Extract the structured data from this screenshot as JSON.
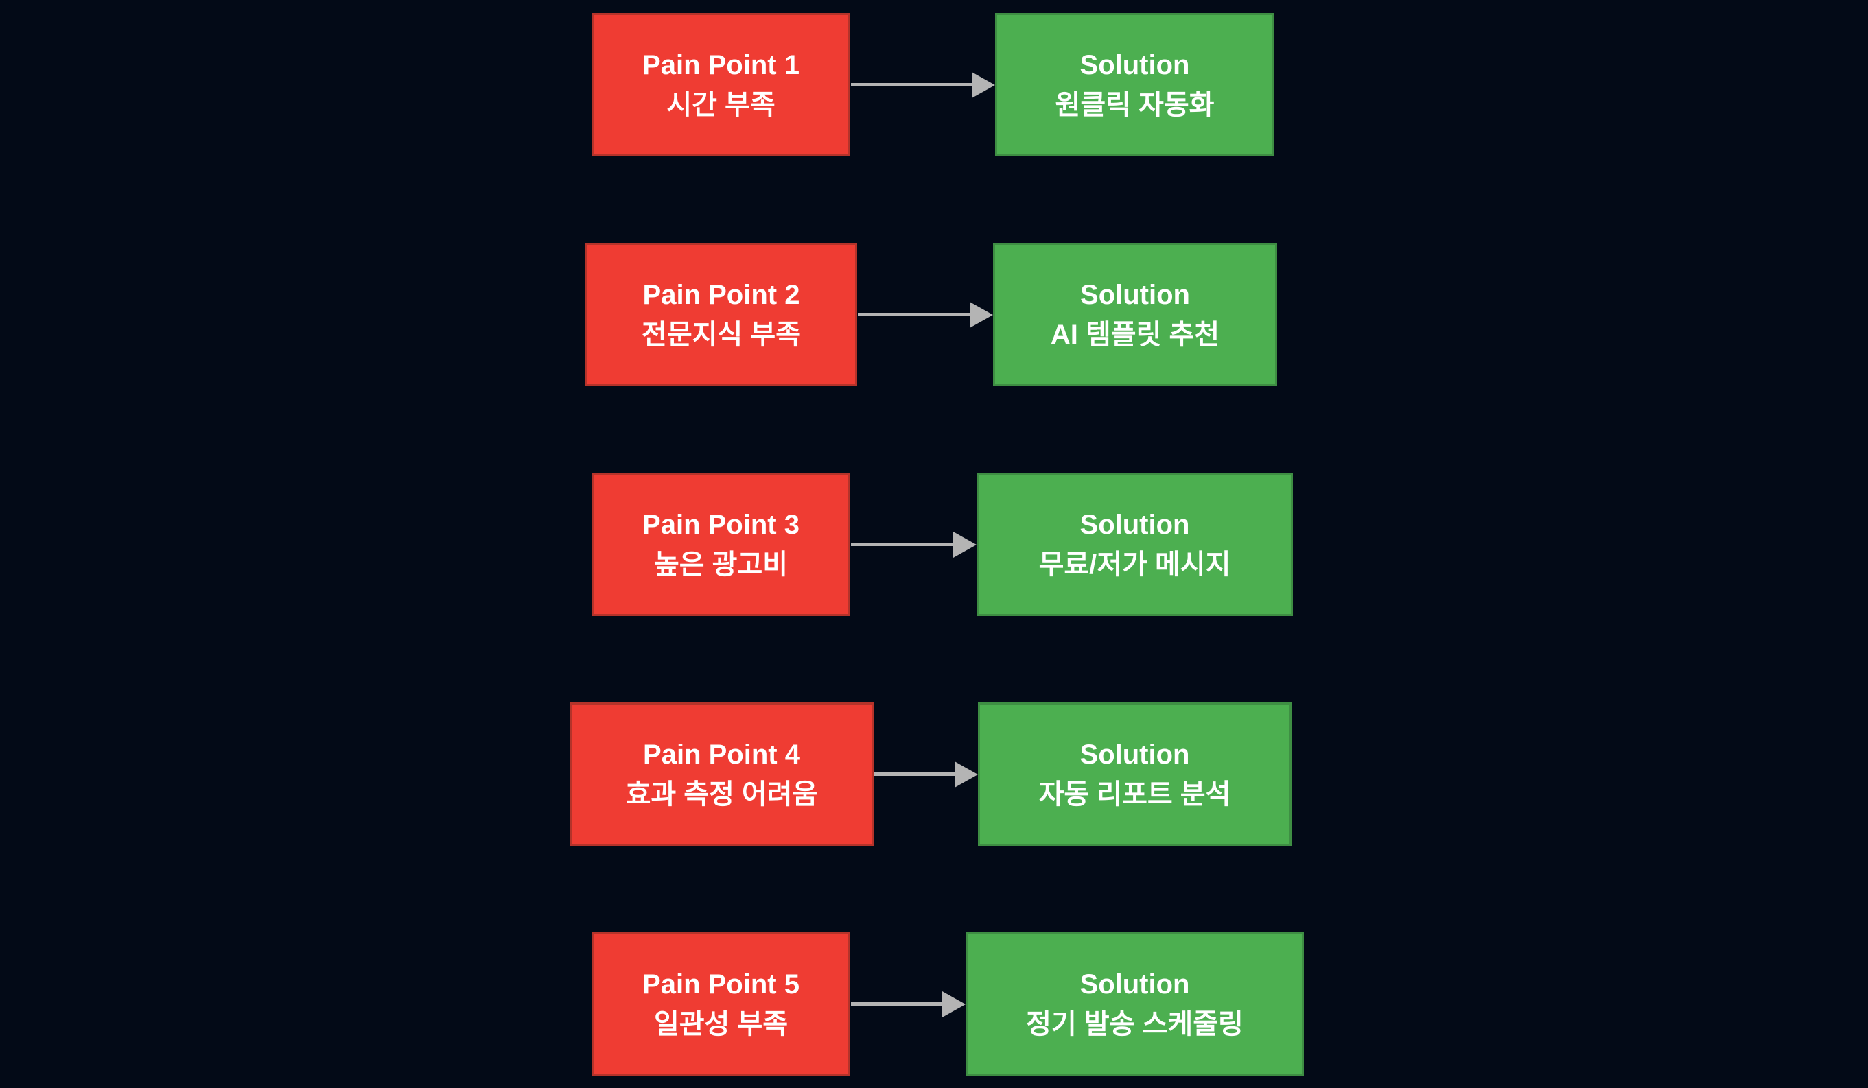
{
  "diagram": {
    "description": "Pain point to solution mapping diagram",
    "colors": {
      "background": "#030a17",
      "pain_fill": "#ef3c33",
      "pain_border": "#b5332a",
      "solution_fill": "#4caf50",
      "solution_border": "#3e8e43",
      "arrow": "#b4b4b4",
      "text": "#ffffff"
    }
  },
  "rows": [
    {
      "pain_title": "Pain Point 1",
      "pain_label": "시간 부족",
      "solution_title": "Solution",
      "solution_label": "원클릭 자동화"
    },
    {
      "pain_title": "Pain Point 2",
      "pain_label": "전문지식 부족",
      "solution_title": "Solution",
      "solution_label": "AI 템플릿 추천"
    },
    {
      "pain_title": "Pain Point 3",
      "pain_label": "높은 광고비",
      "solution_title": "Solution",
      "solution_label": "무료/저가 메시지"
    },
    {
      "pain_title": "Pain Point 4",
      "pain_label": "효과 측정 어려움",
      "solution_title": "Solution",
      "solution_label": "자동 리포트 분석"
    },
    {
      "pain_title": "Pain Point 5",
      "pain_label": "일관성 부족",
      "solution_title": "Solution",
      "solution_label": "정기 발송 스케줄링"
    }
  ]
}
